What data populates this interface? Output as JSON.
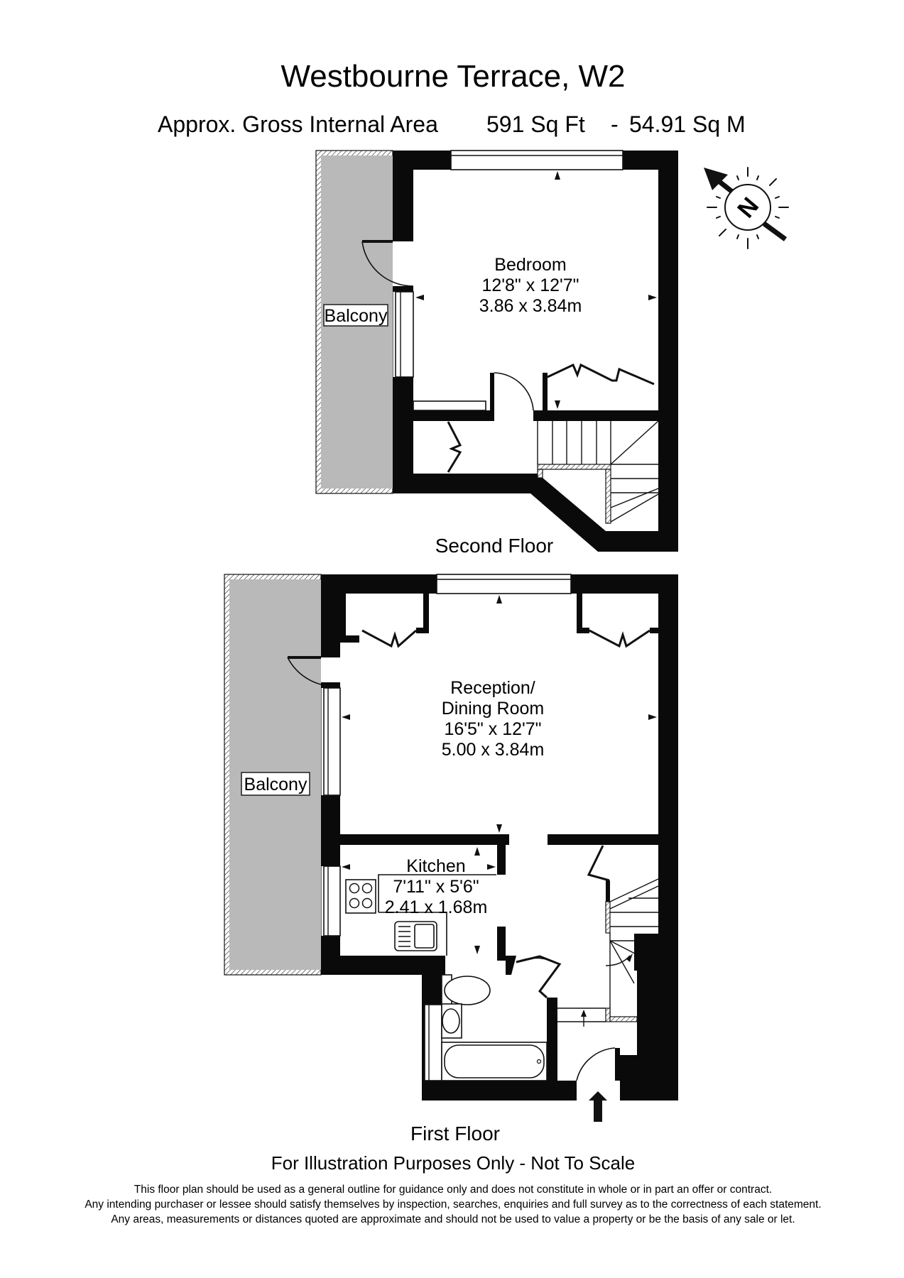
{
  "header": {
    "title": "Westbourne Terrace, W2",
    "area_label": "Approx. Gross Internal Area",
    "area_sqft": "591 Sq Ft",
    "separator": "-",
    "area_sqm": "54.91 Sq M"
  },
  "compass": {
    "icon": "north-arrow-compass-icon",
    "letter": "N"
  },
  "second_floor": {
    "label": "Second Floor",
    "rooms": [
      {
        "name": "Bedroom",
        "imperial": "12'8\" x 12'7\"",
        "metric": "3.86 x 3.84m"
      }
    ],
    "balcony_label": "Balcony"
  },
  "first_floor": {
    "label": "First Floor",
    "rooms": [
      {
        "name": "Reception/",
        "name2": "Dining Room",
        "imperial": "16'5\" x 12'7\"",
        "metric": "5.00 x 3.84m"
      },
      {
        "name": "Kitchen",
        "imperial": "7'11\" x 5'6\"",
        "metric": "2.41 x 1.68m"
      }
    ],
    "balcony_label": "Balcony",
    "entrance_icon": "entrance-arrow-icon"
  },
  "footer": {
    "scale_note": "For Illustration Purposes Only - Not To Scale",
    "disclaimer": [
      "This floor plan should be used as a general outline for guidance only and does not constitute in whole or in part an offer or contract.",
      "Any intending purchaser or lessee should satisfy themselves by inspection, searches, enquiries and full survey as to the correctness of each statement.",
      "Any areas, measurements or distances quoted are approximate and should not be used to value a property or be the basis of any sale or let."
    ]
  },
  "colors": {
    "wall": "#0a0a0a",
    "balcony": "#b9b9b9",
    "background": "#ffffff"
  }
}
